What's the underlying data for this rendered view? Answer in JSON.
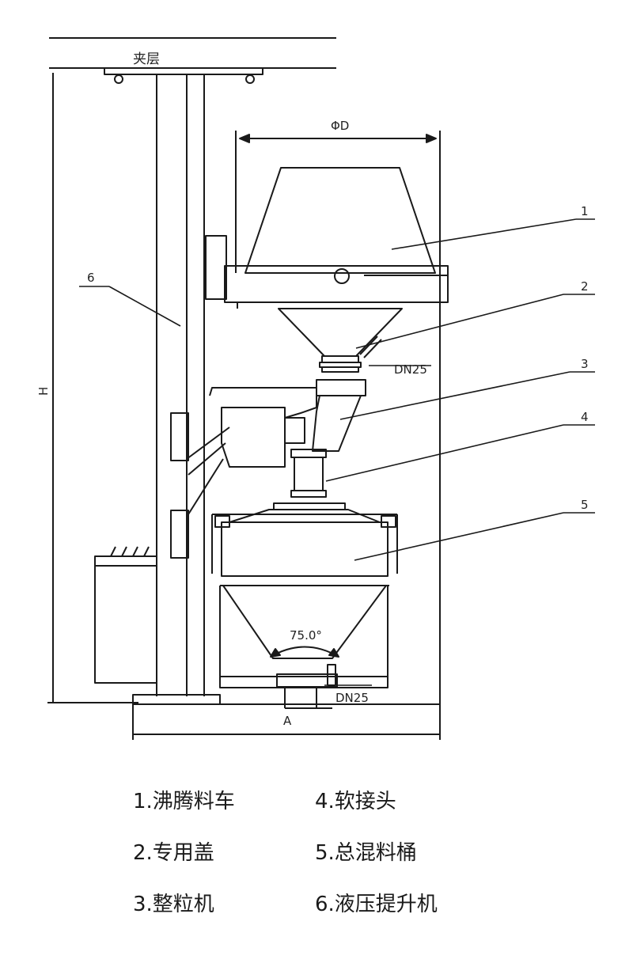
{
  "labels": {
    "mezzanine": "夹层",
    "diameter": "ΦD",
    "height": "H",
    "width": "A",
    "dn_upper": "DN25",
    "dn_lower": "DN25",
    "angle": "75.0°",
    "callouts": [
      "1",
      "2",
      "3",
      "4",
      "5",
      "6"
    ]
  },
  "legend": [
    "1.沸腾料车",
    "4.软接头",
    "2.专用盖",
    "5.总混料桶",
    "3.整粒机",
    "6.液压提升机"
  ],
  "colors": {
    "line": "#1a1a1a",
    "fill": "#ffffff"
  }
}
